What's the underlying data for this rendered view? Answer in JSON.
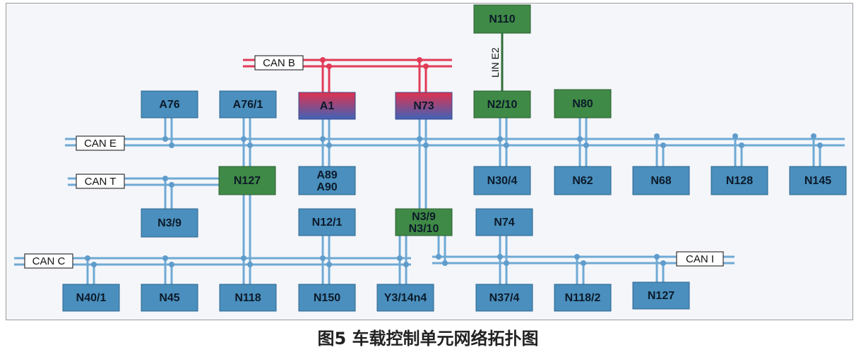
{
  "caption": "图5 车载控制单元网络拓扑图",
  "colors": {
    "blue_node": "#4a8fbd",
    "green_node": "#3f8a46",
    "bus_blue": "#6fa9d4",
    "bus_red": "#e23b57",
    "lin_green": "#2f6e3a"
  },
  "buses": {
    "can_b": "CAN B",
    "can_e": "CAN E",
    "can_t": "CAN T",
    "can_c": "CAN C",
    "can_i": "CAN I",
    "lin_e2": "LIN E2"
  },
  "nodes": {
    "n110": "N110",
    "a76": "A76",
    "a76_1": "A76/1",
    "a1": "A1",
    "n73": "N73",
    "n2_10": "N2/10",
    "n80": "N80",
    "n127_t": "N127",
    "a89_a90": [
      "A89",
      "A90"
    ],
    "n30_4": "N30/4",
    "n62": "N62",
    "n68": "N68",
    "n128": "N128",
    "n145": "N145",
    "n3_9": "N3/9",
    "n12_1": "N12/1",
    "n3_9_n3_10": [
      "N3/9",
      "N3/10"
    ],
    "n74": "N74",
    "n40_1": "N40/1",
    "n45": "N45",
    "n118": "N118",
    "n150": "N150",
    "y3_14n4": "Y3/14n4",
    "n37_4": "N37/4",
    "n118_2": "N118/2",
    "n127_i": "N127"
  }
}
